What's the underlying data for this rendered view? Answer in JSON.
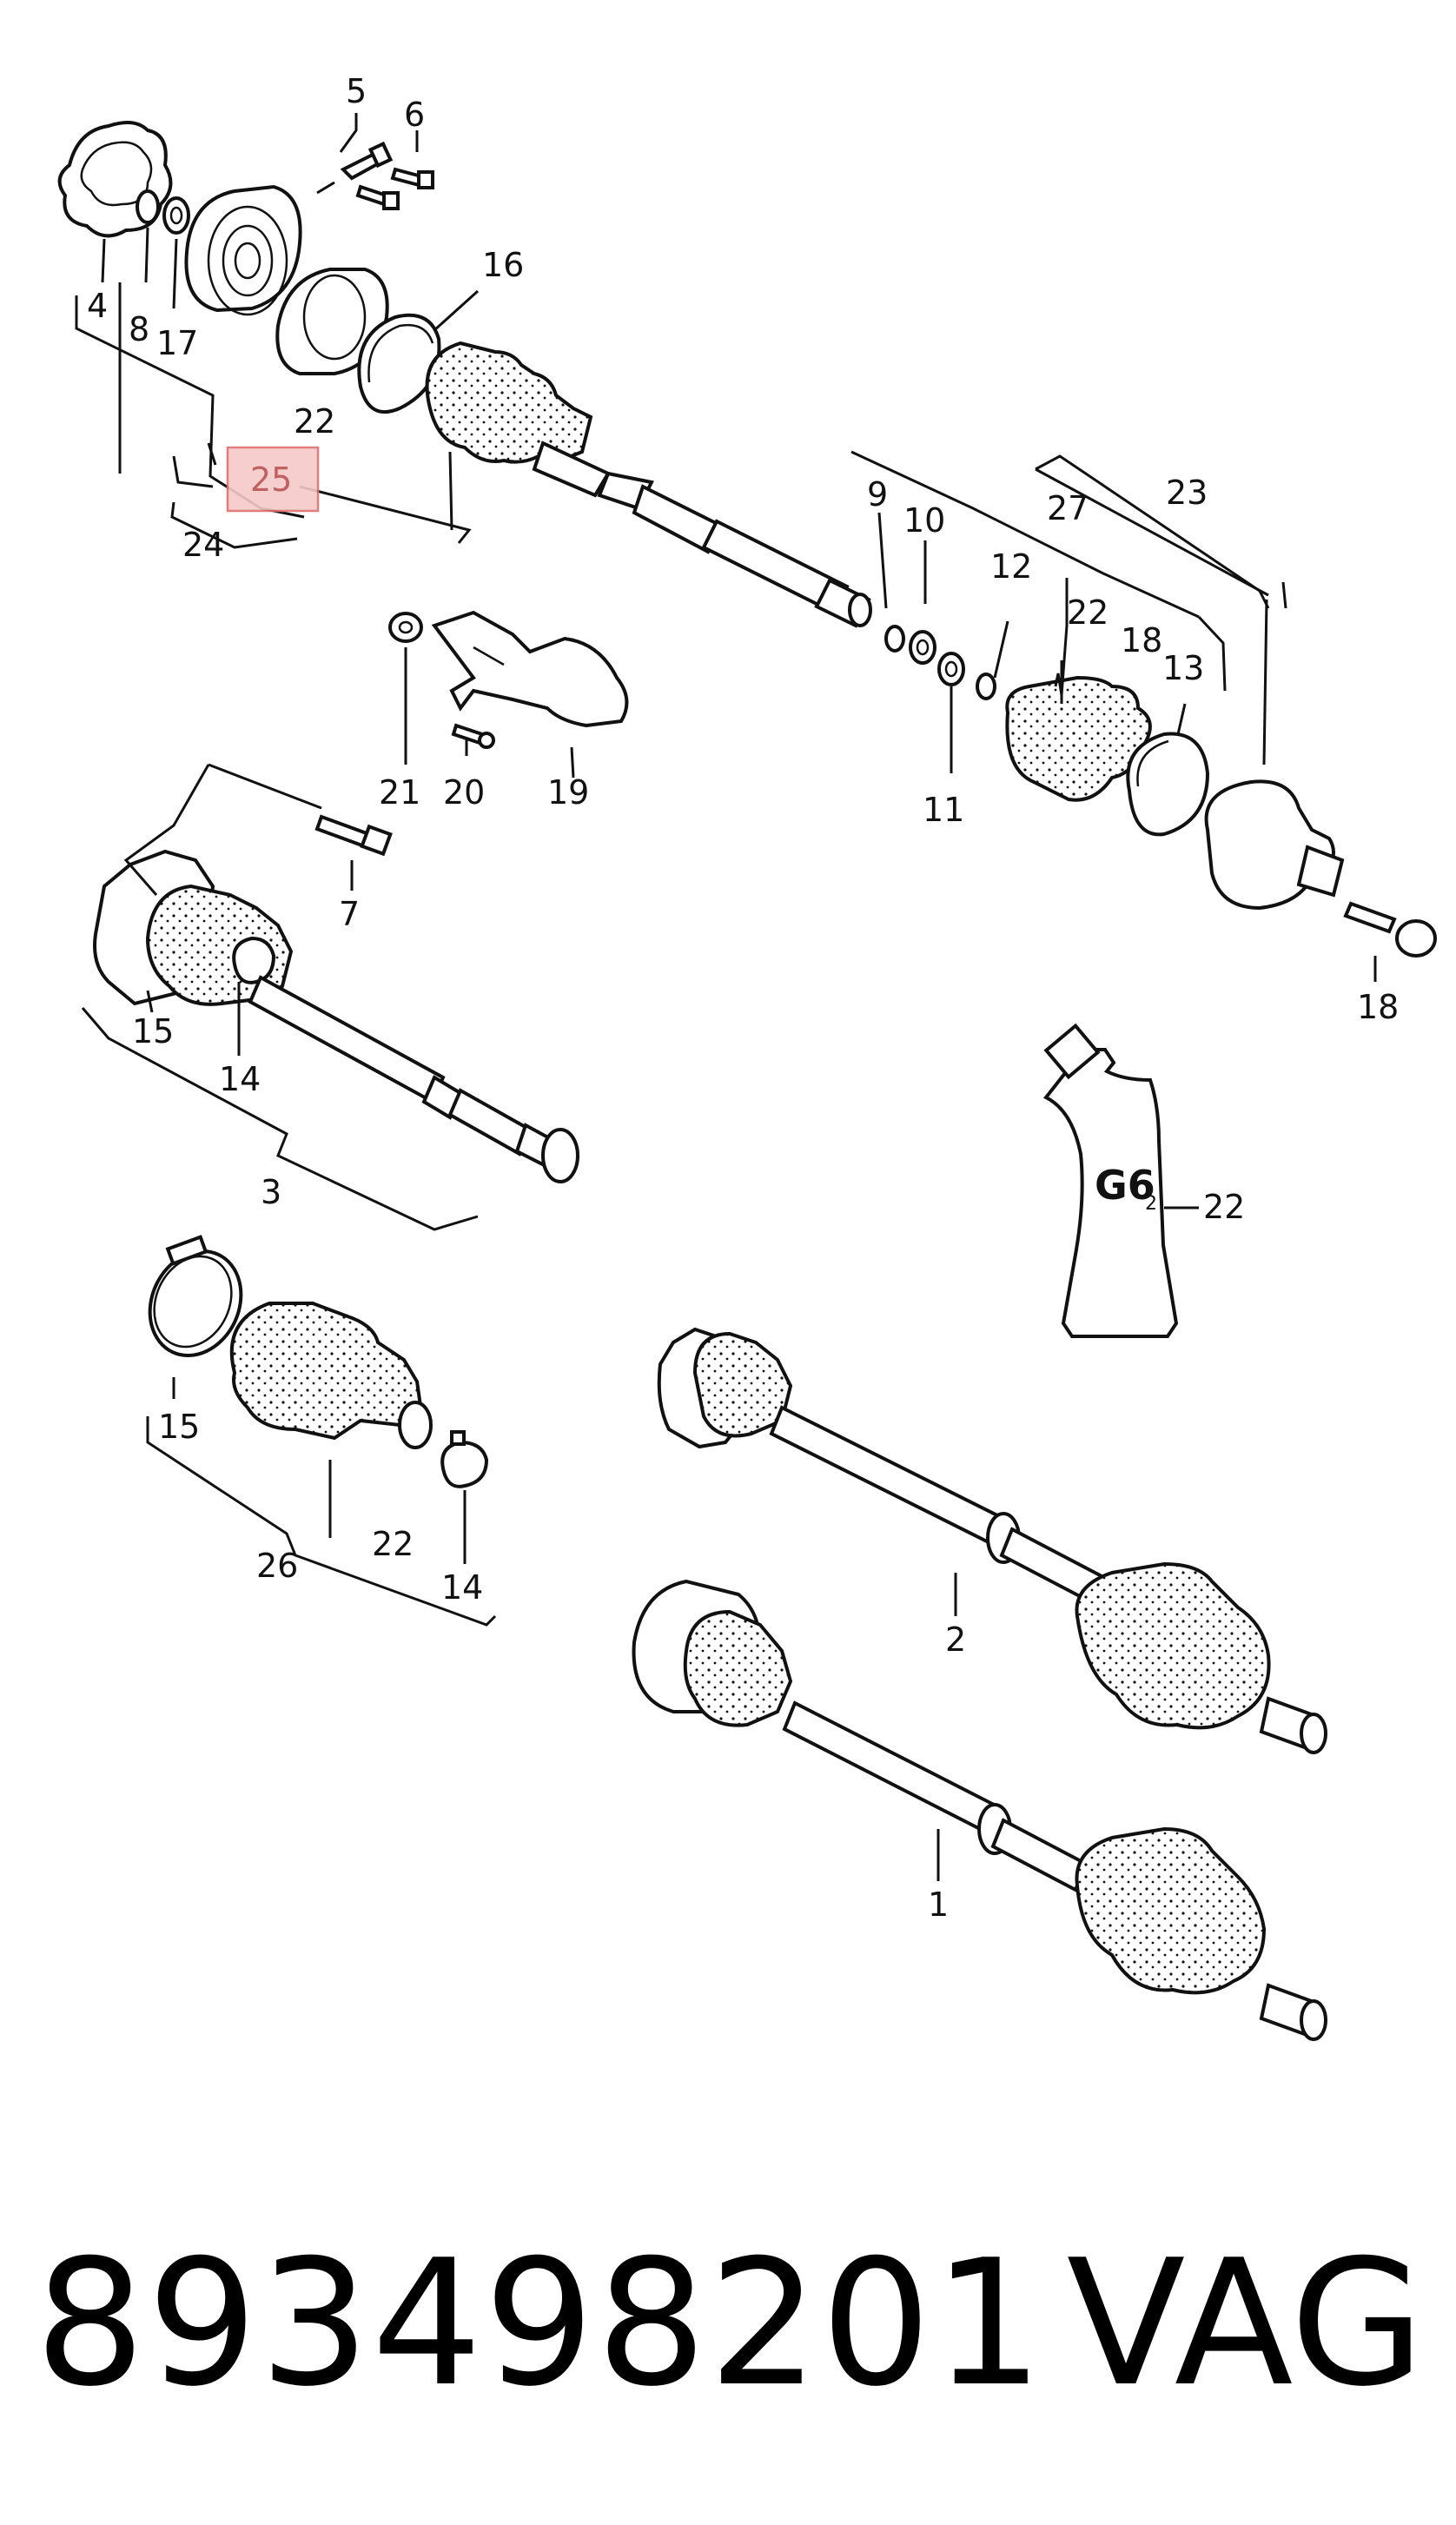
{
  "colors": {
    "line": "#111111",
    "highlight_fill": "#f6c9c9",
    "highlight_stroke": "#e07070",
    "background": "#ffffff"
  },
  "callouts": {
    "c4": "4",
    "c5": "5",
    "c6": "6",
    "c8": "8",
    "c17": "17",
    "c16": "16",
    "c22_top": "22",
    "c25": "25",
    "c24": "24",
    "c9": "9",
    "c10": "10",
    "c27": "27",
    "c23": "23",
    "c12": "12",
    "c22_mid": "22",
    "c18_mid": "18",
    "c13": "13",
    "c11": "11",
    "c21": "21",
    "c20": "20",
    "c19": "19",
    "c7": "7",
    "c15_a": "15",
    "c14_a": "14",
    "c3": "3",
    "c18_right": "18",
    "c22_tube": "22",
    "c15_b": "15",
    "c22_b": "22",
    "c14_b": "14",
    "c26": "26",
    "c2": "2",
    "c1": "1"
  },
  "tube_label": "G6",
  "tube_label_sub": "2",
  "highlighted_callout": "25",
  "footer": {
    "part_number": "893498201",
    "brand": "VAG"
  }
}
